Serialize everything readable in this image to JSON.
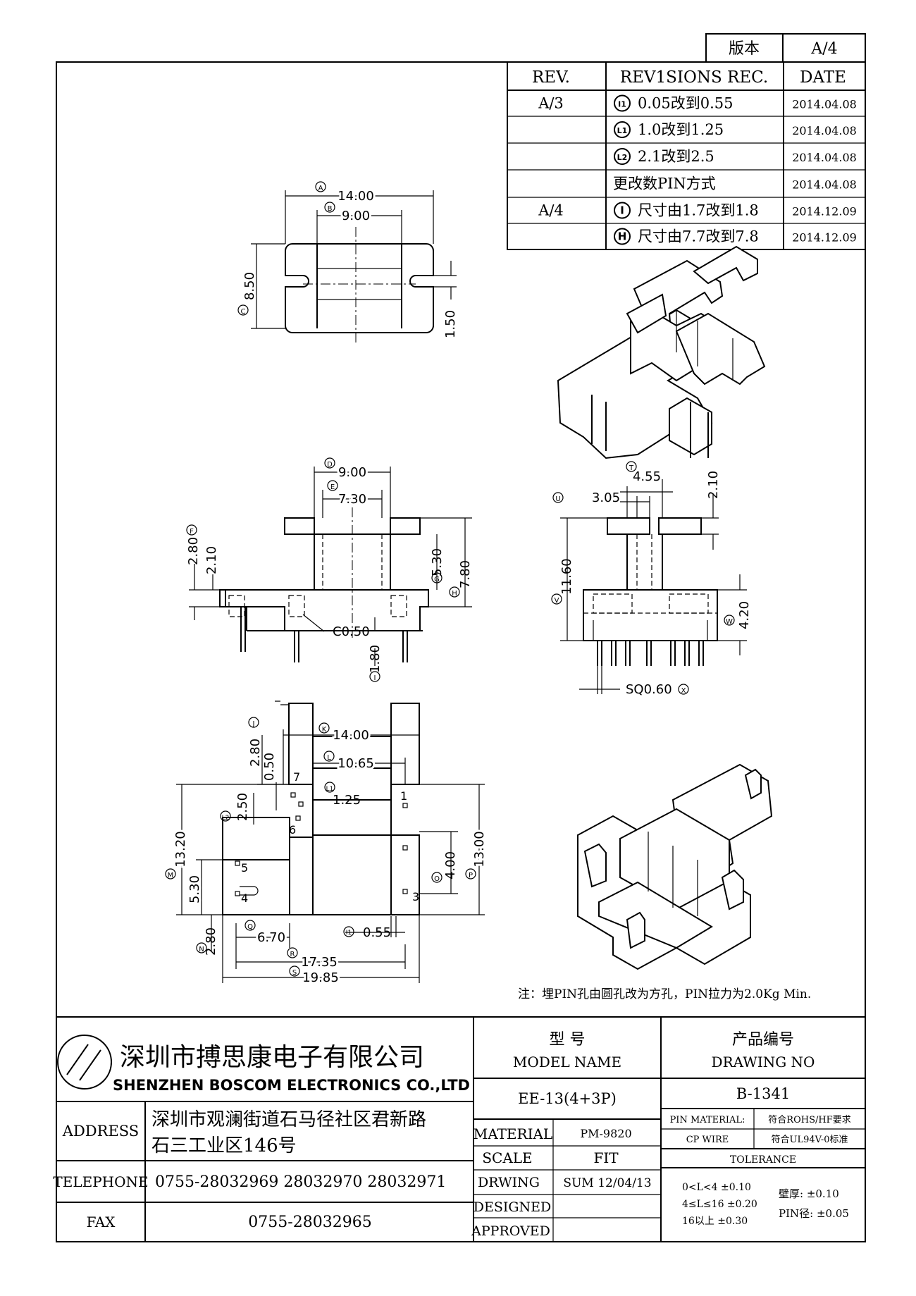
{
  "version_box": {
    "label": "版本",
    "value": "A/4"
  },
  "revisions": {
    "headers": [
      "REV.",
      "REV1SIONS REC.",
      "DATE"
    ],
    "rows": [
      {
        "rev": "A/3",
        "marker": "I1",
        "text": "0.05改到0.55",
        "date": "2014.04.08"
      },
      {
        "rev": "",
        "marker": "L1",
        "text": "1.0改到1.25",
        "date": "2014.04.08"
      },
      {
        "rev": "",
        "marker": "L2",
        "text": "2.1改到2.5",
        "date": "2014.04.08"
      },
      {
        "rev": "",
        "marker": "",
        "text": "更改数PIN方式",
        "date": "2014.04.08"
      },
      {
        "rev": "A/4",
        "marker": "I",
        "text": "尺寸由1.7改到1.8",
        "date": "2014.12.09"
      },
      {
        "rev": "",
        "marker": "H",
        "text": "尺寸由7.7改到7.8",
        "date": "2014.12.09"
      }
    ]
  },
  "top_view": {
    "dims": {
      "A": "14.00",
      "B": "9.00",
      "C": "8.50",
      "slot": "1.50"
    }
  },
  "front_view": {
    "dims": {
      "D": "9.00",
      "E": "7.30",
      "F": "2.80",
      "G": "5.30",
      "H": "7.80",
      "I": "1.80",
      "f2": "2.10",
      "chamfer": "C0.50"
    }
  },
  "side_view": {
    "dims": {
      "T": "4.55",
      "U": "3.05",
      "top": "2.10",
      "V": "11.60",
      "W": "4.20",
      "X": "SQ0.60"
    }
  },
  "bottom_view": {
    "dims": {
      "K": "14.00",
      "L": "10.65",
      "J": "2.80",
      "j2": "0.50",
      "L1": "1.25",
      "L2": "2.50",
      "M": "13.20",
      "N": "2.80",
      "n2": "5.30",
      "Q": "6.70",
      "I1": "0.55",
      "R": "17.35",
      "S": "19.85",
      "O": "4.00",
      "P": "13.00"
    },
    "pins": [
      "1",
      "3",
      "4",
      "5",
      "6",
      "7"
    ]
  },
  "note": "注：埋PIN孔由圆孔改为方孔，PIN拉力为2.0Kg Min.",
  "title_block": {
    "company_cn": "深圳市搏思康电子有限公司",
    "company_en": "SHENZHEN BOSCOM ELECTRONICS CO.,LTD",
    "address_label": "ADDRESS",
    "address_line1": "深圳市观澜街道石马径社区君新路",
    "address_line2": "石三工业区146号",
    "telephone_label": "TELEPHONE",
    "telephone": "0755-28032969 28032970 28032971",
    "fax_label": "FAX",
    "fax": "0755-28032965",
    "model_cn": "型    号",
    "model_en": "MODEL NAME",
    "model_value": "EE-13(4+3P)",
    "drawing_cn": "产品编号",
    "drawing_en": "DRAWING NO",
    "drawing_value": "B-1341",
    "material_label": "MATERIAL",
    "material_value": "PM-9820",
    "scale_label": "SCALE",
    "scale_value": "FIT",
    "drwing_label": "DRWING",
    "drwing_value": "SUM 12/04/13",
    "designed_label": "DESIGNED",
    "approved_label": "APPROVED",
    "pin_material_label": "PIN MATERIAL:",
    "pin_material_value": "符合ROHS/HF要求",
    "cp_wire_label": "CP WIRE",
    "cp_wire_value": "符合UL94V-0标准",
    "tolerance_label": "TOLERANCE",
    "tolerances": [
      "0<L<4     ±0.10",
      "4≤L≤16  ±0.20",
      "16以上     ±0.30"
    ],
    "wall_label": "壁厚:  ±0.10",
    "pin_dia_label": "PIN径: ±0.05"
  }
}
